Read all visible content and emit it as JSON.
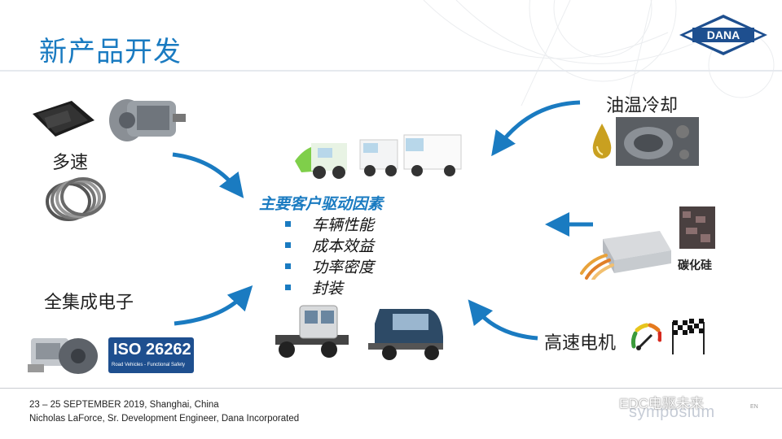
{
  "title": "新产品开发",
  "brand": {
    "logo_text": "DANA",
    "accent": "#1a7bc1",
    "navy": "#1e4f8f"
  },
  "left": {
    "multi_speed": "多速",
    "integrated_electronics": "全集成电子"
  },
  "iso": {
    "code": "ISO 26262",
    "caption": "Road Vehicles - Functional Safety"
  },
  "center": {
    "heading": "主要客户驱动因素",
    "bullets": [
      "车辆性能",
      "成本效益",
      "功率密度",
      "封装"
    ]
  },
  "right": {
    "oil_cooling": "油温冷却",
    "sic": "碳化硅",
    "high_speed_motor": "高速电机"
  },
  "footer": {
    "line1": "23 – 25 SEPTEMBER 2019, Shanghai, China",
    "line2": "Nicholas LaForce, Sr. Development Engineer, Dana Incorporated",
    "event": "symposium",
    "event_suffix": "EN",
    "watermark": "EDC电驱未来"
  }
}
